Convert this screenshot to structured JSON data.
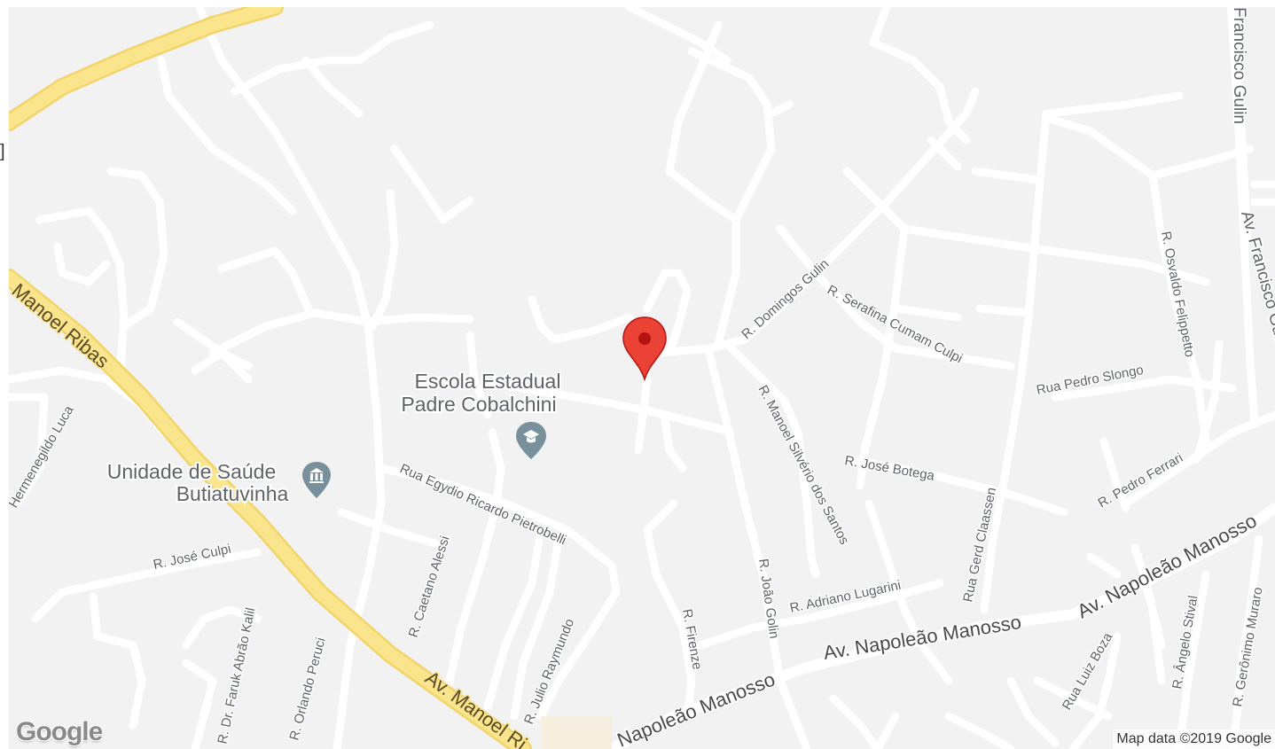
{
  "map": {
    "streets": {
      "domingos_gulin": "R. Domingos Gulin",
      "serafina": "R. Serafina Cumam Culpi",
      "pedro_slongo": "Rua Pedro Slongo",
      "osvaldo": "R. Osvaldo Felippetto",
      "francisco_top": "Francisco Gulin",
      "francisco_right": "Av. Francisco Guli",
      "manoel_silverio": "R. Manoel Silvério dos Santos",
      "jose_botega": "R. José Botega",
      "gerd": "Rua Gerd Claassen",
      "pedro_ferrari": "R. Pedro Ferrari",
      "napoleao_right": "Av. Napoleão Manosso",
      "napoleao_mid": "Av. Napoleão Manosso",
      "napoleao_left": "Napoleão Manosso",
      "adriano": "R. Adriano Lugarini",
      "joao_golin": "R. João Golin",
      "firenze": "R. Firenze",
      "egydio": "Rua Egydio Ricardo Pietrobelli",
      "caetano": "R. Caetano Alessi",
      "julio": "R. Julio Raymundo",
      "orlando": "R. Orlando Peruci",
      "faruk": "R. Dr. Faruk Abrão Kalil",
      "jose_culpi": "R. José Culpi",
      "hermenegildo": "Hermenegildo Luca",
      "manoel_ribas_top": "Manoel Ribas",
      "manoel_ribas_bottom": "Av. Manoel Ri",
      "luiz_boza": "Rua Luiz Boza",
      "angelo": "R. Ângelo Stival",
      "geronimo": "R. Gerônimo Muraro"
    },
    "pois": {
      "school_line1": "Escola Estadual",
      "school_line2": "Padre Cobalchini",
      "health_line1": "Unidade de Saúde",
      "health_line2": "Butiatuvinha"
    },
    "marker_color": "#ea4335",
    "poi_icon_color": "#78909c",
    "attribution": "Map data ©2019 Google",
    "logo": "Google",
    "edge_glyph": "]"
  }
}
